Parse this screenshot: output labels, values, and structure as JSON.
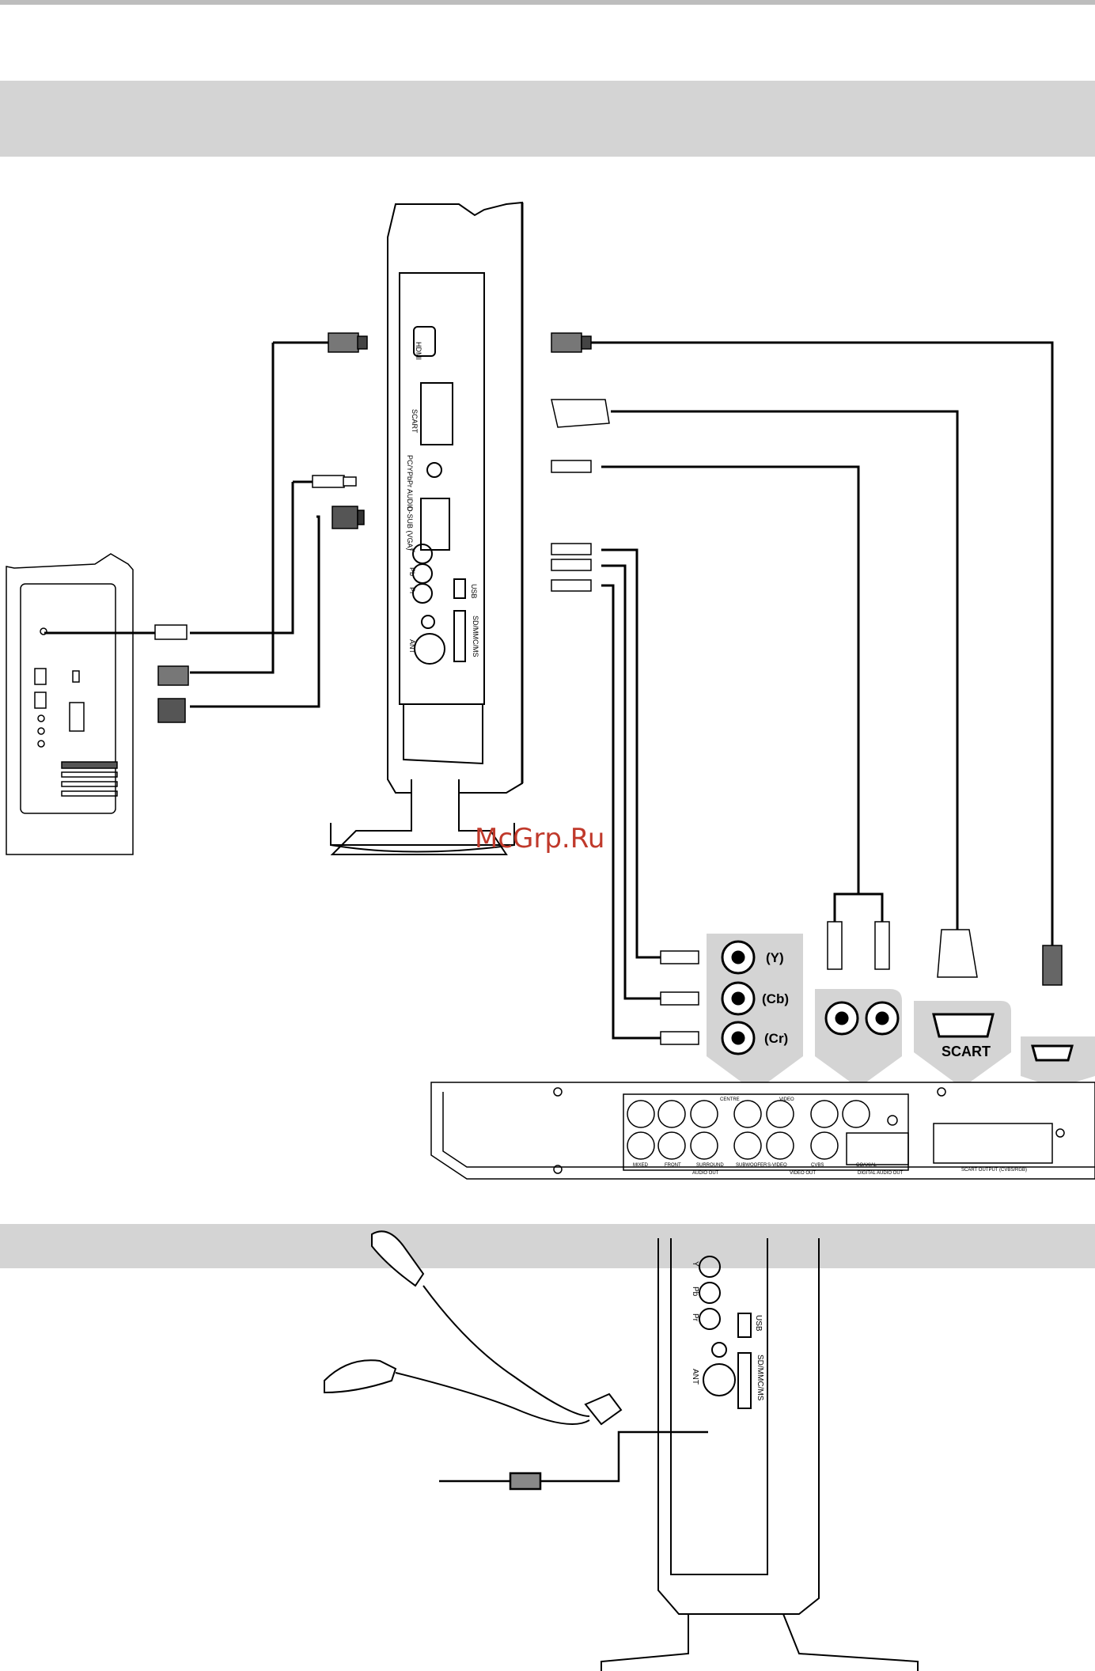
{
  "tv_panel": {
    "hdmi": "HDMI",
    "scart": "SCART",
    "pc_audio": "PC/YPbPr AUDIO",
    "dsub": "D-SUB (VGA)",
    "y": "Y",
    "pb": "Pb",
    "pr": "Pr",
    "usb": "USB",
    "card": "SD/MMC/MS",
    "ant": "ANT"
  },
  "player": {
    "y_label": "(Y)",
    "cb_label": "(Cb)",
    "cr_label": "(Cr)",
    "scart_label": "SCART",
    "audio_out": "AUDIO OUT",
    "video_out": "VIDEO OUT",
    "digital_audio_out": "DIGITAL AUDIO OUT",
    "scart_output": "SCART OUTPUT (CVBS/RGB)",
    "mixed": "MIXED",
    "front": "FRONT",
    "surround": "SURROUND",
    "subwoofer": "SUBWOOFER",
    "centre": "CENTRE",
    "video": "VIDEO",
    "s_video": "S-VIDEO",
    "cvbs": "CVBS",
    "coaxial": "COAXIAL"
  },
  "watermark": "McGrp.Ru",
  "colors": {
    "band": "#d4d4d4",
    "watermark": "#c0392b"
  }
}
